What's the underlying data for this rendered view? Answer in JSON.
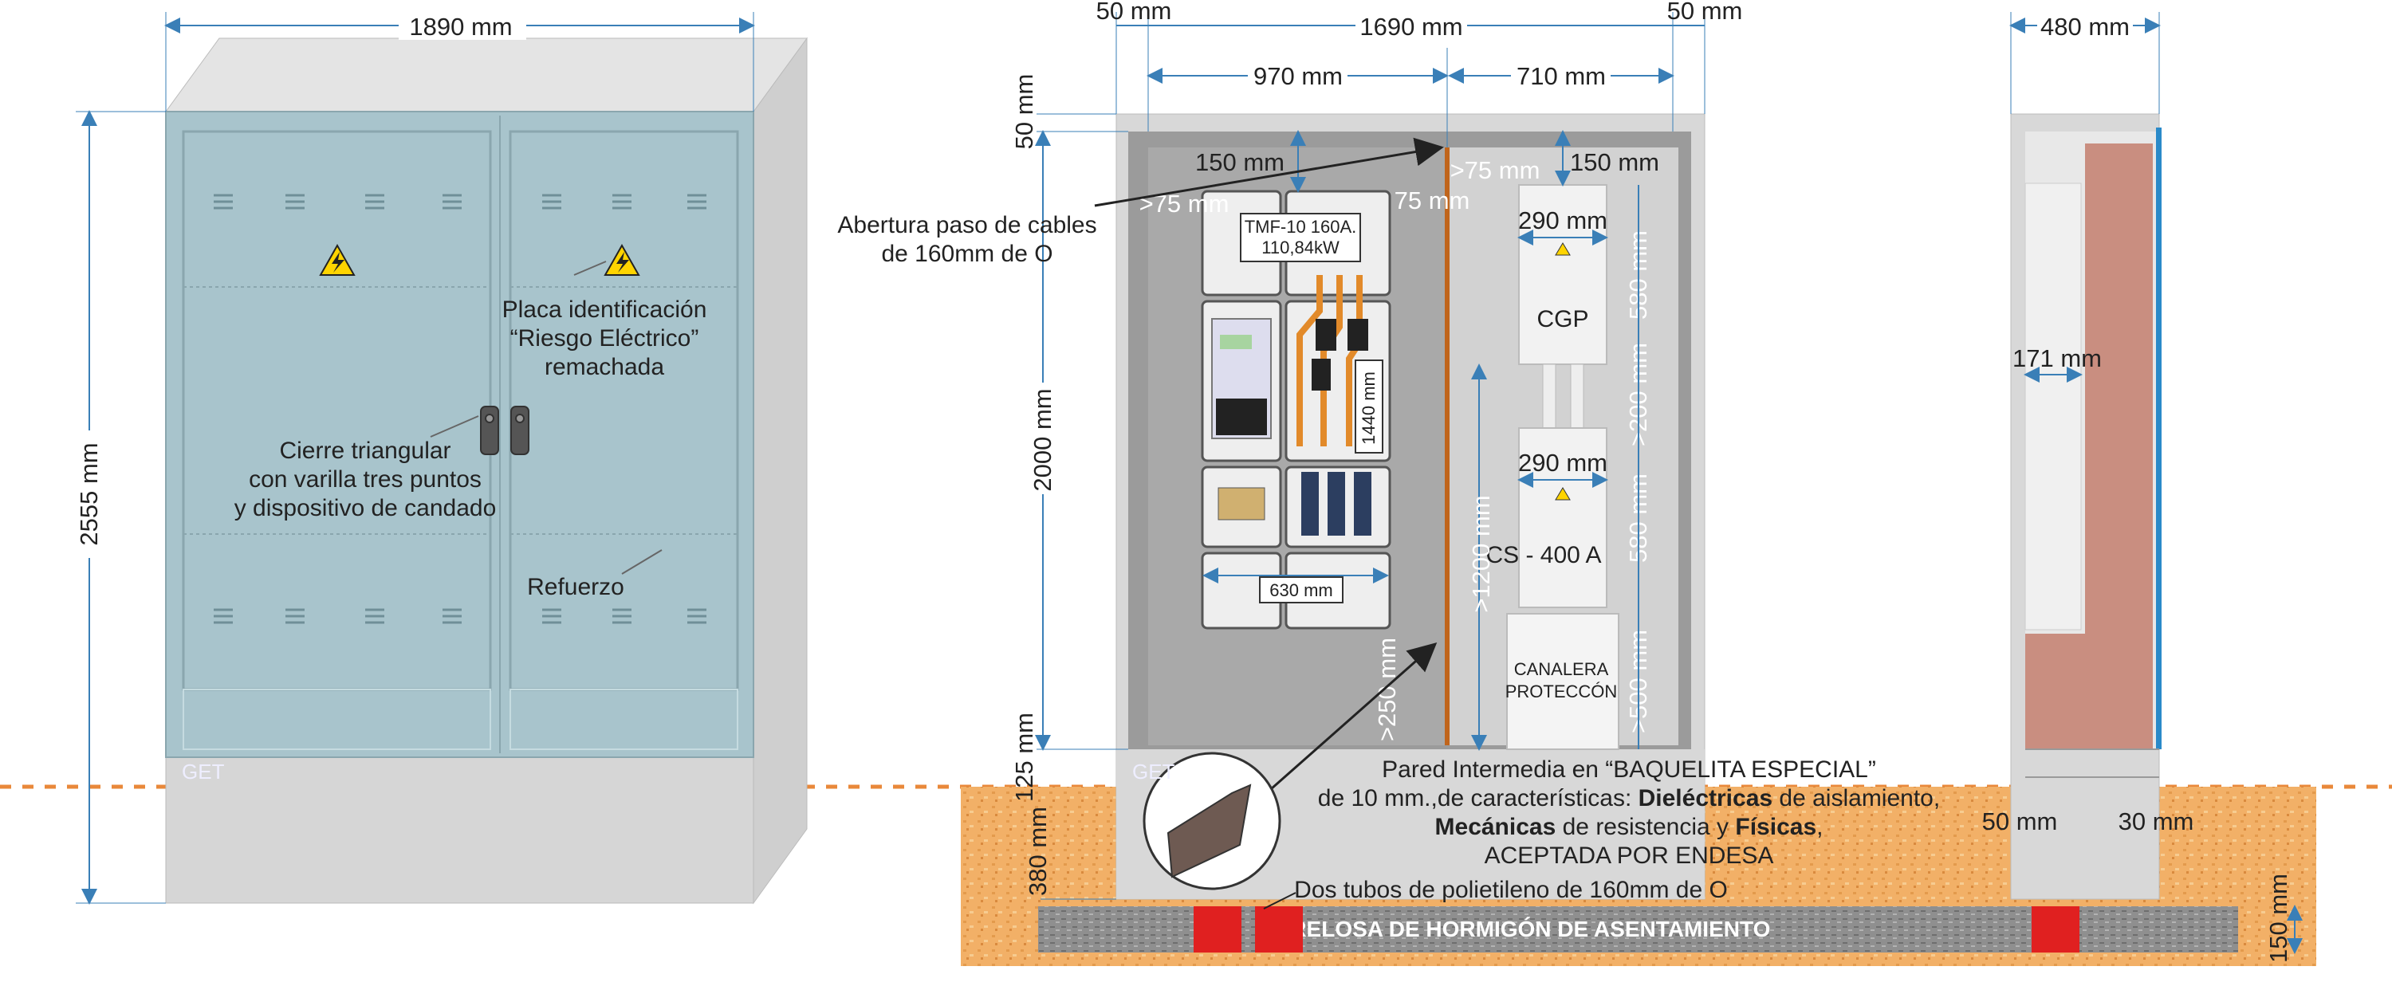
{
  "front_view": {
    "width_dim": "1890 mm",
    "height_dim": "2555 mm",
    "label_placa_1": "Placa identificación",
    "label_placa_2": "“Riesgo Eléctrico”",
    "label_placa_3": "remachada",
    "label_cierre_1": "Cierre triangular",
    "label_cierre_2": "con varilla tres puntos",
    "label_cierre_3": "y dispositivo de candado",
    "label_refuerzo": "Refuerzo",
    "brand": "GET"
  },
  "interior_view": {
    "dim_top_left_margin": "50 mm",
    "dim_top_total": "1690 mm",
    "dim_top_right_margin": "50 mm",
    "dim_left_panel": "970 mm",
    "dim_right_panel": "710 mm",
    "dim_top_offset": "50 mm",
    "dim_150_left": "150 mm",
    "dim_150_right": "150 mm",
    "dim_gt75_a": ">75 mm",
    "dim_gt75_b": ">75 mm",
    "dim_75": "75 mm",
    "dim_2000": "2000 mm",
    "dim_1440": "1440 mm",
    "dim_630": "630 mm",
    "dim_gt250": ">250 mm",
    "dim_125": "125 mm",
    "dim_380": "380 mm",
    "dim_gt1200": ">1200 mm",
    "dim_290_cgp": "290 mm",
    "dim_580_cgp": "580 mm",
    "dim_gt200": ">200 mm",
    "dim_290_cs": "290 mm",
    "dim_580_cs": "580 mm",
    "dim_gt500": ">500 mm",
    "label_cgp": "CGP",
    "label_cs": "CS - 400 A",
    "label_canalera_1": "CANALERA",
    "label_canalera_2": "PROTECCÓN",
    "label_tmf_1": "TMF-10 160A.",
    "label_tmf_2": "110,84kW",
    "label_abertura_1": "Abertura paso de cables",
    "label_abertura_2": "de 160mm de O",
    "pared_1": "Pared Intermedia en “BAQUELITA ESPECIAL”",
    "pared_2a": "de 10 mm.,de características: ",
    "pared_2b": "Dieléctricas",
    "pared_2c": " de aislamiento,",
    "pared_3a": "Mecánicas",
    "pared_3b": " de resistencia y ",
    "pared_3c": "Físicas",
    "pared_3d": ",",
    "pared_4": "ACEPTADA POR ENDESA",
    "tubos": "Dos tubos de polietileno de 160mm de O",
    "prelosa": "PRELOSA DE HORMIGÓN DE ASENTAMIENTO",
    "brand": "GET"
  },
  "side_view": {
    "dim_width": "480 mm",
    "dim_171": "171 mm",
    "dim_50": "50 mm",
    "dim_30": "30 mm",
    "dim_150": "150 mm"
  },
  "colors": {
    "door_blue": "#a8c4cc",
    "cabinet_grey": "#d9d9d9",
    "ground_orange": "#f2b067",
    "ground_line": "#e9883a",
    "concrete": "#8f8f8f",
    "tube_red": "#e02020",
    "dim_blue": "#3a7fb7",
    "wall_brown": "#c98e80",
    "busbar_orange": "#e28a2a"
  }
}
